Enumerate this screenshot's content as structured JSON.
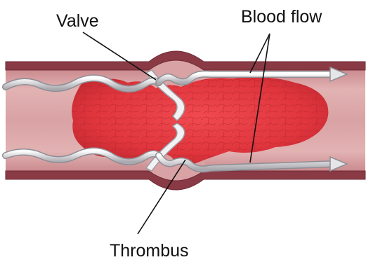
{
  "labels": {
    "valve": "Valve",
    "blood_flow": "Blood flow",
    "thrombus": "Thrombus"
  },
  "colors": {
    "vessel_wall": "#8a3a45",
    "vessel_lumen": "#d8a0a2",
    "thrombus": "#e03c44",
    "flow_arrow": "#e8e8ea",
    "pointer_line": "#111111"
  }
}
